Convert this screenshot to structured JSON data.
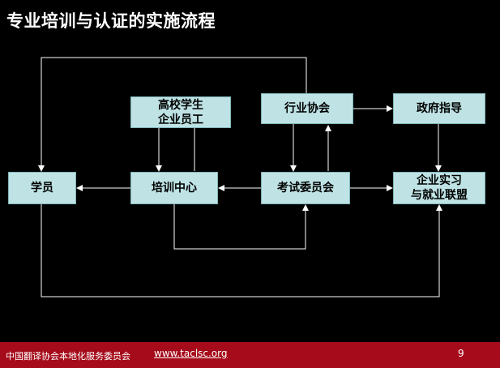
{
  "title": "专业培训与认证的实施流程",
  "nodes": {
    "student_source_line1": "高校学生",
    "student_source_line2": "企业员工",
    "industry_association": "行业协会",
    "government_guidance": "政府指导",
    "trainee": "学员",
    "training_center": "培训中心",
    "exam_committee": "考试委员会",
    "alliance_line1": "企业实习",
    "alliance_line2": "与就业联盟"
  },
  "colors": {
    "node_fill": "#bfe3e5",
    "line": "#ffffff",
    "footer": "#a50b1a"
  },
  "footer": {
    "org": "中国翻译协会本地化服务委员会",
    "url": "www.taclsc.org",
    "page_number": "9"
  }
}
